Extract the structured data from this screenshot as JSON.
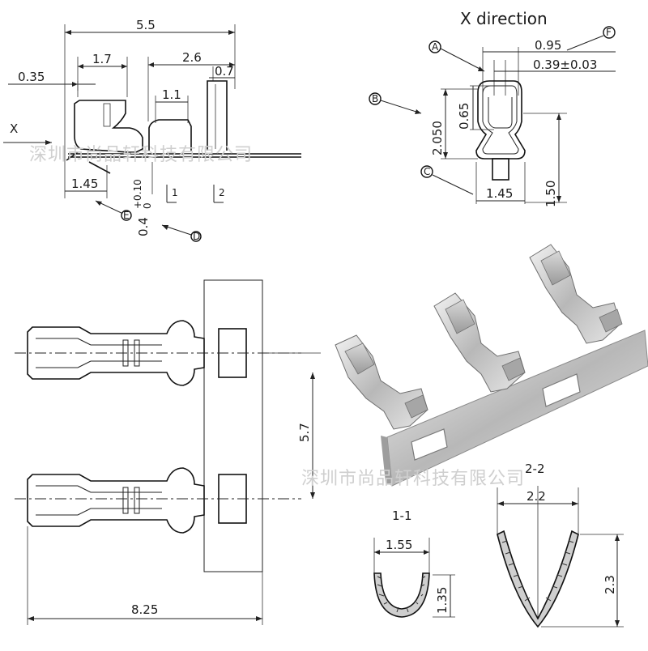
{
  "side_view": {
    "x_label": "X",
    "dim_total_length": "5.5",
    "dim_1_7": "1.7",
    "dim_2_6": "2.6",
    "dim_0_7": "0.7",
    "dim_0_35": "0.35",
    "dim_1_1": "1.1",
    "dim_1_45": "1.45",
    "dim_thickness": "0.4",
    "dim_thickness_tol_upper": "+0.10",
    "dim_thickness_tol_lower": "0",
    "section_1": "1",
    "section_2": "2",
    "callout_e": "E",
    "callout_d": "D"
  },
  "x_direction": {
    "title": "X direction",
    "callout_a": "A",
    "callout_b": "B",
    "callout_c": "C",
    "callout_f": "F",
    "dim_0_95": "0.95",
    "dim_0_39": "0.39±0.03",
    "dim_0_65": "0.65",
    "dim_2_050": "2.050",
    "dim_1_45": "1.45",
    "dim_1_50": "1.50"
  },
  "top_view": {
    "dim_pitch": "5.7",
    "dim_total": "8.25"
  },
  "section_1_1": {
    "title": "1-1",
    "dim_width": "1.55",
    "dim_height": "1.35"
  },
  "section_2_2": {
    "title": "2-2",
    "dim_width": "2.2",
    "dim_height": "2.3"
  },
  "watermark": "深圳市尚品轩科技有限公司"
}
